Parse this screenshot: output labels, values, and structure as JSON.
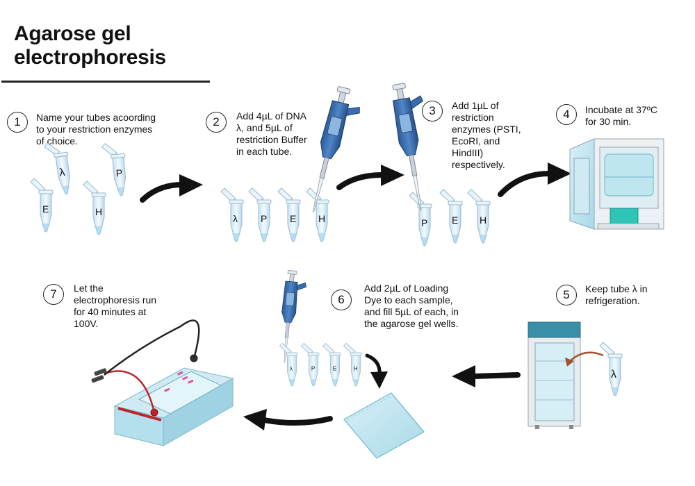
{
  "title": "Agarose gel\nelectrophoresis",
  "steps": [
    {
      "num": "1",
      "text": "Name your tubes acoording\nto your restriction enzymes\nof choice."
    },
    {
      "num": "2",
      "text": "Add 4µL of DNA\nλ, and 5µL of\nrestriction Buffer\nin each tube."
    },
    {
      "num": "3",
      "text": "Add 1µL of\nrestriction\nenzymes (PSTI,\nEcoRI, and\nHindIII)\nrespectively."
    },
    {
      "num": "4",
      "text": "Incubate at 37ºC\nfor 30 min."
    },
    {
      "num": "5",
      "text": "Keep tube λ in\nrefrigeration."
    },
    {
      "num": "6",
      "text": "Add 2µL of Loading\nDye to each sample,\nand fill 5µL of each, in\nthe agarose gel wells."
    },
    {
      "num": "7",
      "text": "Let the\nelectrophoresis run\nfor 40 minutes at\n100V."
    }
  ],
  "tube_labels": {
    "step1": [
      "λ",
      "P",
      "E",
      "H"
    ],
    "step2": [
      "λ",
      "P",
      "E",
      "H"
    ],
    "step3": [
      "P",
      "E",
      "H"
    ],
    "step5": [
      "λ"
    ],
    "step6": [
      "λ",
      "P",
      "E",
      "H"
    ]
  },
  "colors": {
    "pipette_blue": "#3b6fb0",
    "tube_blue": "#d6ecf8",
    "incubator_teal": "#2ec4b6",
    "fridge_teal": "#3a8fa8",
    "gel_band": "#e0569a",
    "electrode_red": "#c0222b"
  }
}
